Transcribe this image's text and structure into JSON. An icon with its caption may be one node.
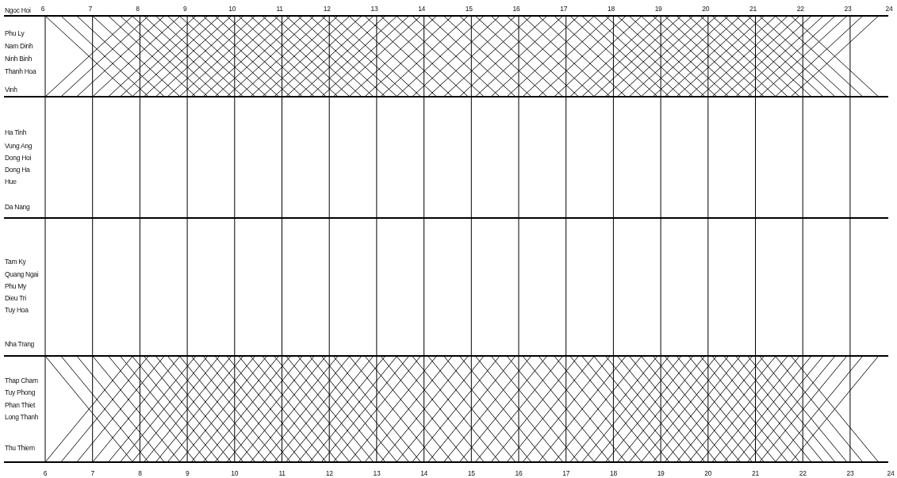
{
  "diagram": {
    "labels": [
      "Ngoc Hoi",
      "6",
      "7",
      "8",
      "9",
      "10",
      "11",
      "12",
      "13",
      "14",
      "15",
      "16",
      "17",
      "18",
      "19",
      "20",
      "21",
      "22",
      "23",
      "24",
      "Phu Ly",
      "Nam Dinh",
      "Ninh Binh",
      "Thanh Hoa",
      "Vinh",
      "Ha Tinh",
      "Vung Ang",
      "Dong Hoi",
      "Dong Ha",
      "Hue",
      "Da Nang",
      "Tam Ky",
      "Quang Ngai",
      "Phu My",
      "Dieu Tri",
      "Tuy Hoa",
      "Nha Trang",
      "Thap Cham",
      "Tuy Phong",
      "Phan Thiet",
      "Long Thanh",
      "Thu Thiem",
      "6",
      "7",
      "8",
      "9",
      "10",
      "11",
      "12",
      "13",
      "14",
      "15",
      "16",
      "17",
      "18",
      "19",
      "20",
      "21",
      "22",
      "23",
      "24"
    ]
  }
}
